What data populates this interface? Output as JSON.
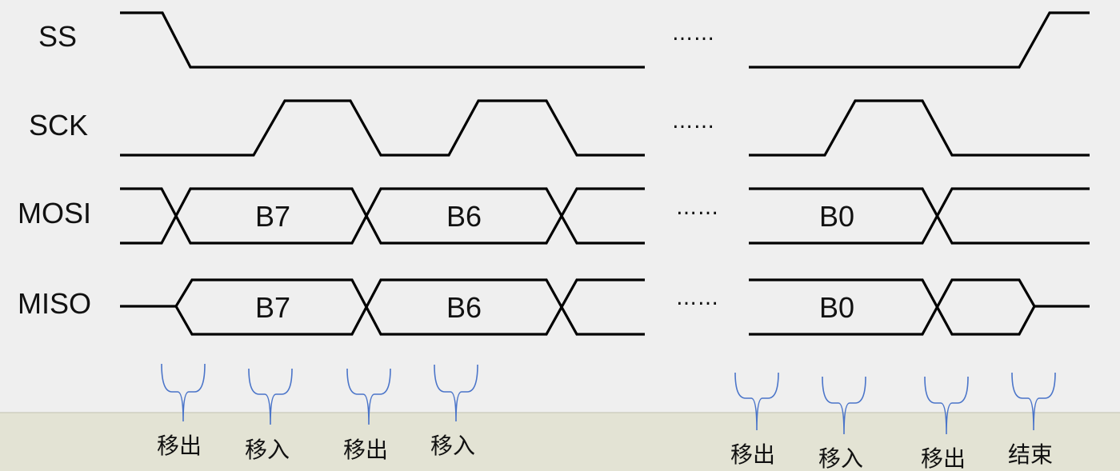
{
  "colors": {
    "background": "#efefef",
    "footer_band": "#e3e3d4",
    "waveform": "#000000",
    "brace": "#4a74c9"
  },
  "signals": {
    "ss": {
      "label": "SS"
    },
    "sck": {
      "label": "SCK"
    },
    "mosi": {
      "label": "MOSI",
      "bits": [
        "B7",
        "B6",
        "B0"
      ]
    },
    "miso": {
      "label": "MISO",
      "bits": [
        "B7",
        "B6",
        "B0"
      ]
    }
  },
  "ellipsis": "……",
  "phases": [
    "移出",
    "移入",
    "移出",
    "移入",
    "移出",
    "移入",
    "移出",
    "结束"
  ]
}
